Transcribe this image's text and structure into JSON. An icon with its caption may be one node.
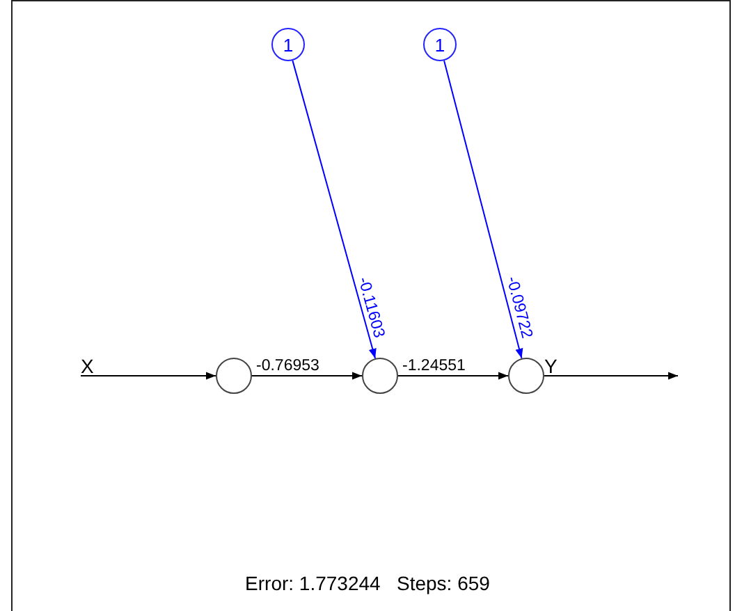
{
  "diagram": {
    "caption": "Error: 1.773244   Steps: 659",
    "nodes": [
      {
        "text": [
          "X"
        ]
      },
      {
        "text": [],
        "shape": "circle"
      },
      {
        "text": [],
        "shape": "circle"
      },
      {
        "text": [],
        "shape": "circle",
        "beside": [
          "Y"
        ]
      },
      {
        "text": [
          "1"
        ]
      },
      {
        "text": [
          "1"
        ]
      }
    ],
    "edges": [
      {
        "from": 0,
        "to": 1,
        "arrow": "to"
      },
      {
        "from": 1,
        "to": 2,
        "arrow": "to",
        "label": "-0.76953"
      },
      {
        "from": 2,
        "to": 3,
        "arrow": "to",
        "label": "-1.24551"
      },
      {
        "from": 3,
        "to": null,
        "arrow": "to"
      },
      {
        "from": 4,
        "to": 2,
        "arrow": "to",
        "label": "-0.11603",
        "color": "#0000ff"
      },
      {
        "from": 5,
        "to": 3,
        "arrow": "to",
        "label": "-0.09722",
        "color": "#0000ff"
      }
    ]
  }
}
